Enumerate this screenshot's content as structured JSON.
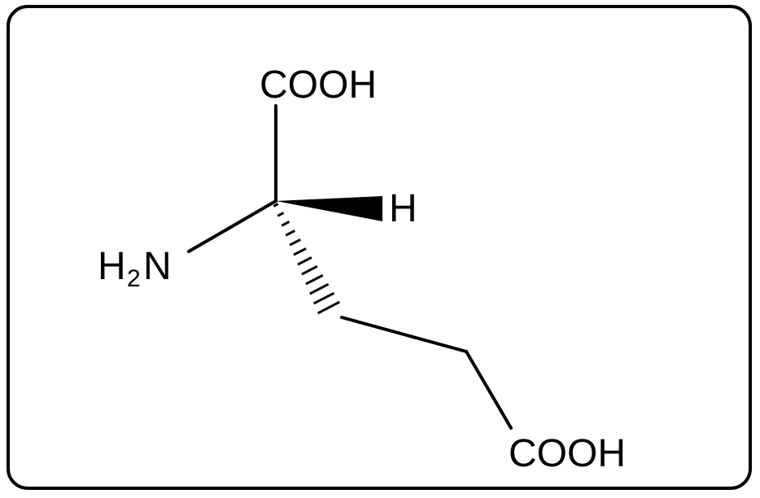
{
  "molecule": {
    "labels": {
      "top_group": "COOH",
      "wedge_h": "H",
      "amine_h": "H",
      "amine_sub": "2",
      "amine_n": "N",
      "bottom_group": "COOH"
    },
    "colors": {
      "stroke": "#000000",
      "background": "#ffffff"
    }
  }
}
